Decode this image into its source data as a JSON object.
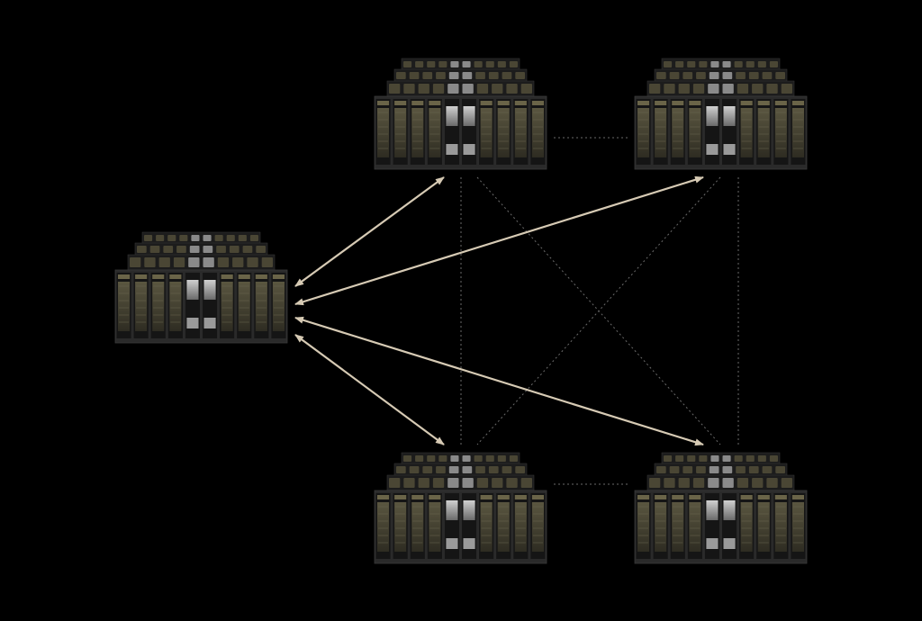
{
  "colors": {
    "background": "#000000",
    "arrow": "#d6cab4",
    "dotted_link": "#6a6a6a",
    "rack_body": "#2a2a2a",
    "rack_panel": "#4a4836",
    "rack_center": "#bdbdbd"
  },
  "nodes": [
    {
      "id": "left"
    },
    {
      "id": "top-middle"
    },
    {
      "id": "top-right"
    },
    {
      "id": "bottom-middle"
    },
    {
      "id": "bottom-right"
    }
  ],
  "arrows": [
    {
      "from": "left",
      "to": "top-middle",
      "bidirectional": true
    },
    {
      "from": "left",
      "to": "top-right",
      "bidirectional": true
    },
    {
      "from": "left",
      "to": "bottom-right",
      "bidirectional": true
    },
    {
      "from": "left",
      "to": "bottom-middle",
      "bidirectional": true
    }
  ],
  "dotted_links": [
    {
      "from": "top-middle",
      "to": "top-right"
    },
    {
      "from": "bottom-middle",
      "to": "bottom-right"
    },
    {
      "from": "top-middle",
      "to": "bottom-middle"
    },
    {
      "from": "top-right",
      "to": "bottom-right"
    },
    {
      "from": "top-middle",
      "to": "bottom-right"
    },
    {
      "from": "top-right",
      "to": "bottom-middle"
    }
  ]
}
